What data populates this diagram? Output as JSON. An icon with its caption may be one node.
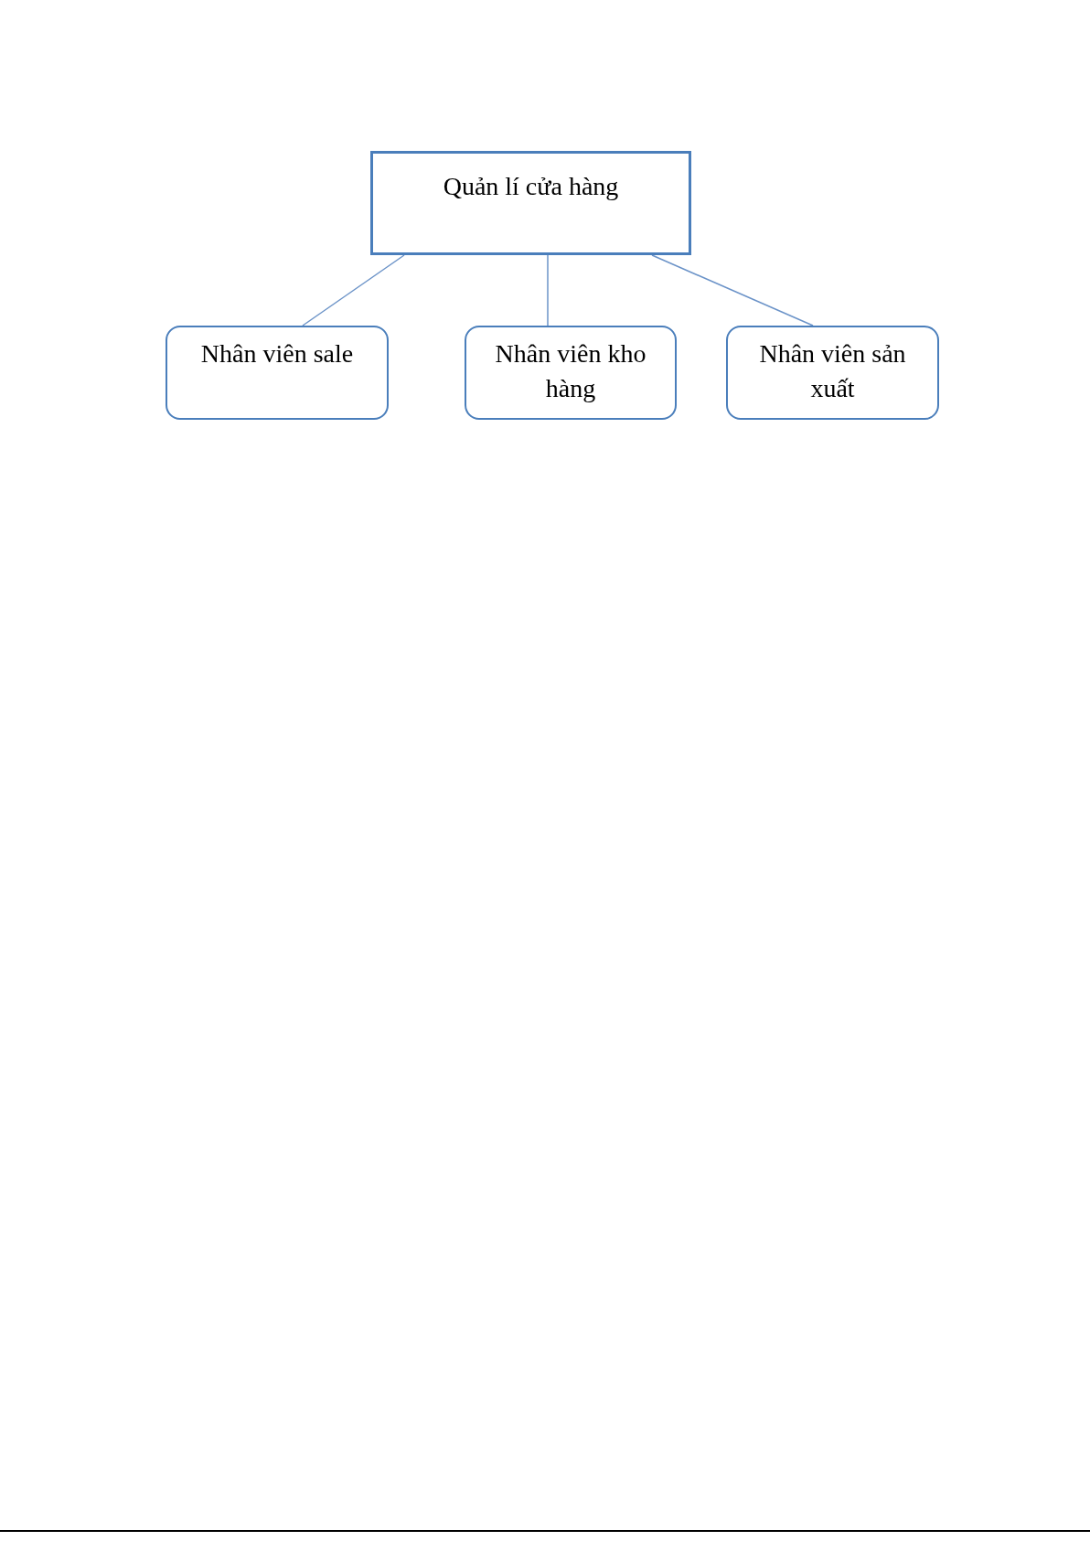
{
  "diagram": {
    "nodes": [
      {
        "text": [
          "Quản lí cửa hàng"
        ]
      },
      {
        "text": [
          "Nhân viên sale"
        ]
      },
      {
        "text": [
          "Nhân viên kho hàng"
        ]
      },
      {
        "text": [
          "Nhân viên sản xuất"
        ]
      }
    ],
    "edges": [
      {
        "from": 0,
        "to": 1,
        "arrow": "none"
      },
      {
        "from": 0,
        "to": 2,
        "arrow": "none"
      },
      {
        "from": 0,
        "to": 3,
        "arrow": "none"
      }
    ]
  }
}
